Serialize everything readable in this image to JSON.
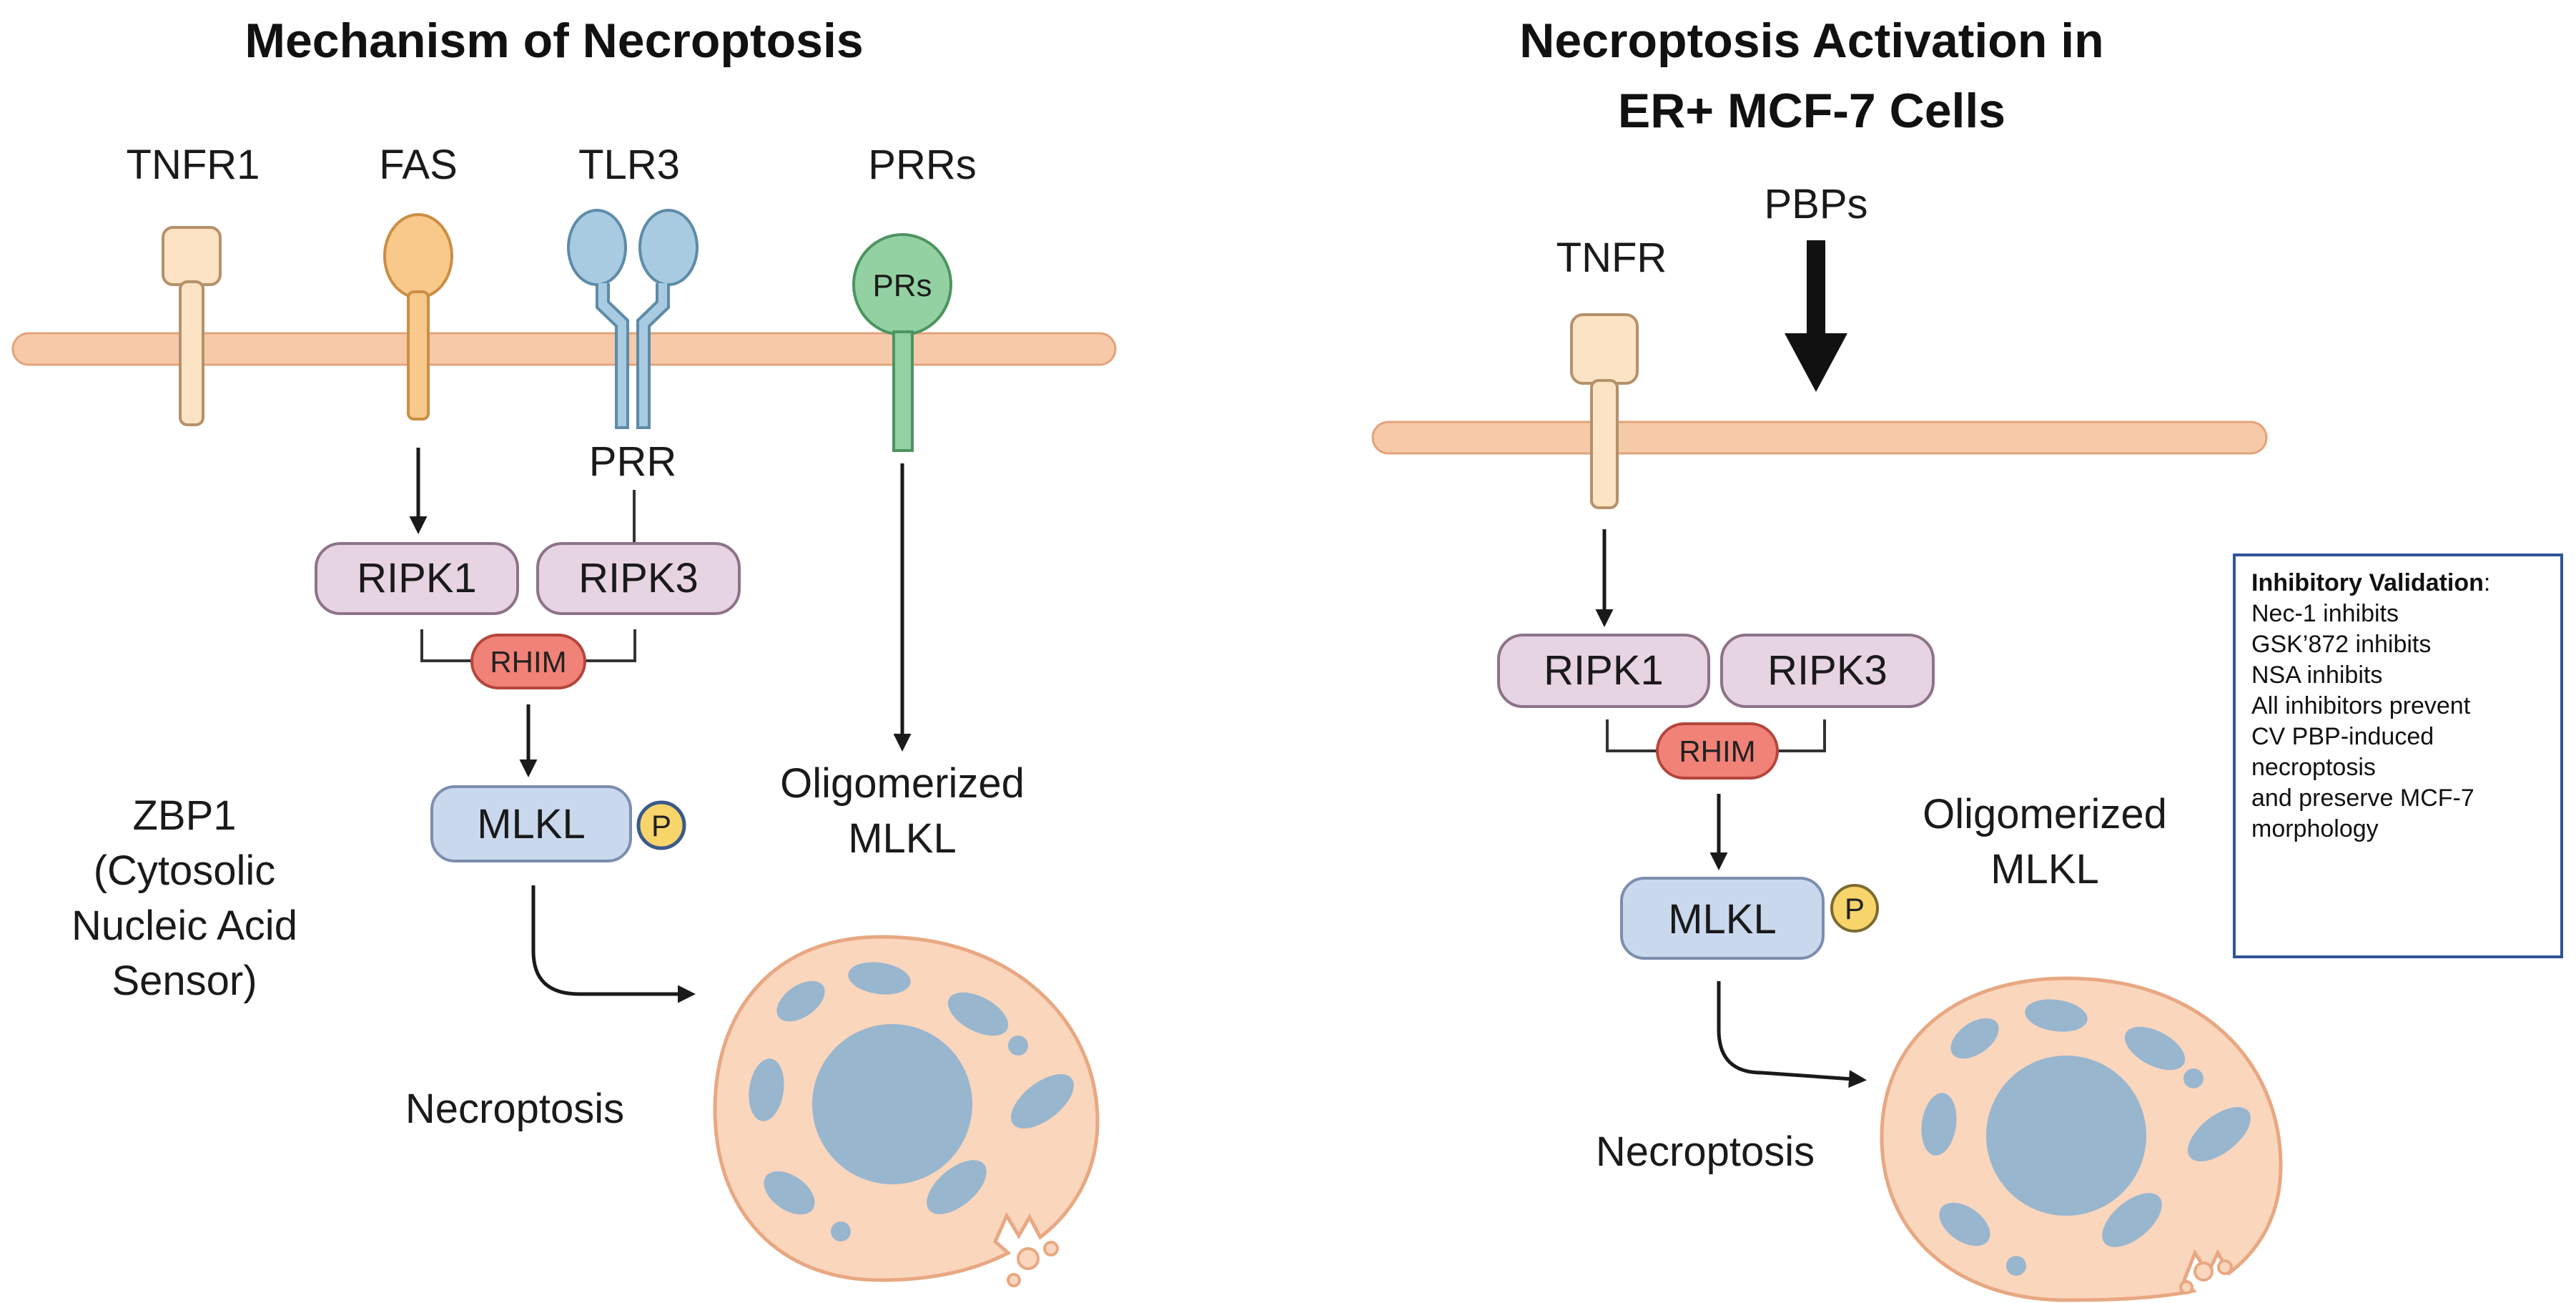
{
  "left_panel": {
    "title": "Mechanism of Necroptosis",
    "receptors": {
      "tnfr1": "TNFR1",
      "fas": "FAS",
      "tlr3": "TLR3",
      "prrs": "PRRs",
      "prrs_inner": "PRs"
    },
    "prr_label": "PRR",
    "ripk1": "RIPK1",
    "ripk3": "RIPK3",
    "rhim": "RHIM",
    "mlkl": "MLKL",
    "phospho": "P",
    "oligomerized": [
      "Oligomerized",
      "MLKL"
    ],
    "zbp1": [
      "ZBP1",
      "(Cytosolic",
      "Nucleic Acid",
      "Sensor)"
    ],
    "outcome": "Necroptosis"
  },
  "right_panel": {
    "title": [
      "Necroptosis Activation in",
      "ER+ MCF-7 Cells"
    ],
    "tnfr": "TNFR",
    "pbps": "PBPs",
    "ripk1": "RIPK1",
    "ripk3": "RIPK3",
    "rhim": "RHIM",
    "mlkl": "MLKL",
    "phospho": "P",
    "oligomerized": [
      "Oligomerized",
      "MLKL"
    ],
    "outcome": "Necroptosis"
  },
  "validation_box": {
    "heading": "Inhibitory Validation",
    "heading_suffix": ":",
    "lines": [
      "Nec-1 inhibits",
      "GSK’872 inhibits",
      "NSA inhibits",
      "All inhibitors prevent",
      "CV PBP-induced",
      "necroptosis",
      "and preserve MCF-7",
      "morphology"
    ]
  },
  "colors": {
    "membrane": "#f6c9a8",
    "membrane_stroke": "#e2a47c",
    "tnfr_fill": "#fbe3c4",
    "tnfr_stroke": "#b5916a",
    "fas_fill": "#f8c98a",
    "fas_stroke": "#c98f45",
    "tlr3_fill": "#a9cbe2",
    "tlr3_stroke": "#5e8ba8",
    "prr_fill": "#93d1a2",
    "prr_stroke": "#4c9460",
    "ripk_fill": "#e7d4e3",
    "ripk_stroke": "#8d7388",
    "rhim_fill": "#f08277",
    "rhim_stroke": "#b5453c",
    "mlkl_fill": "#c9d8ec",
    "mlkl_stroke": "#7c8eae",
    "phospho_fill": "#f7d56a",
    "phospho_stroke": "#3a5a8a",
    "cell_fill": "#fad6bd",
    "cell_stroke": "#e8a882",
    "nucleus_fill": "#99b6cf",
    "box_border": "#2f5597"
  }
}
